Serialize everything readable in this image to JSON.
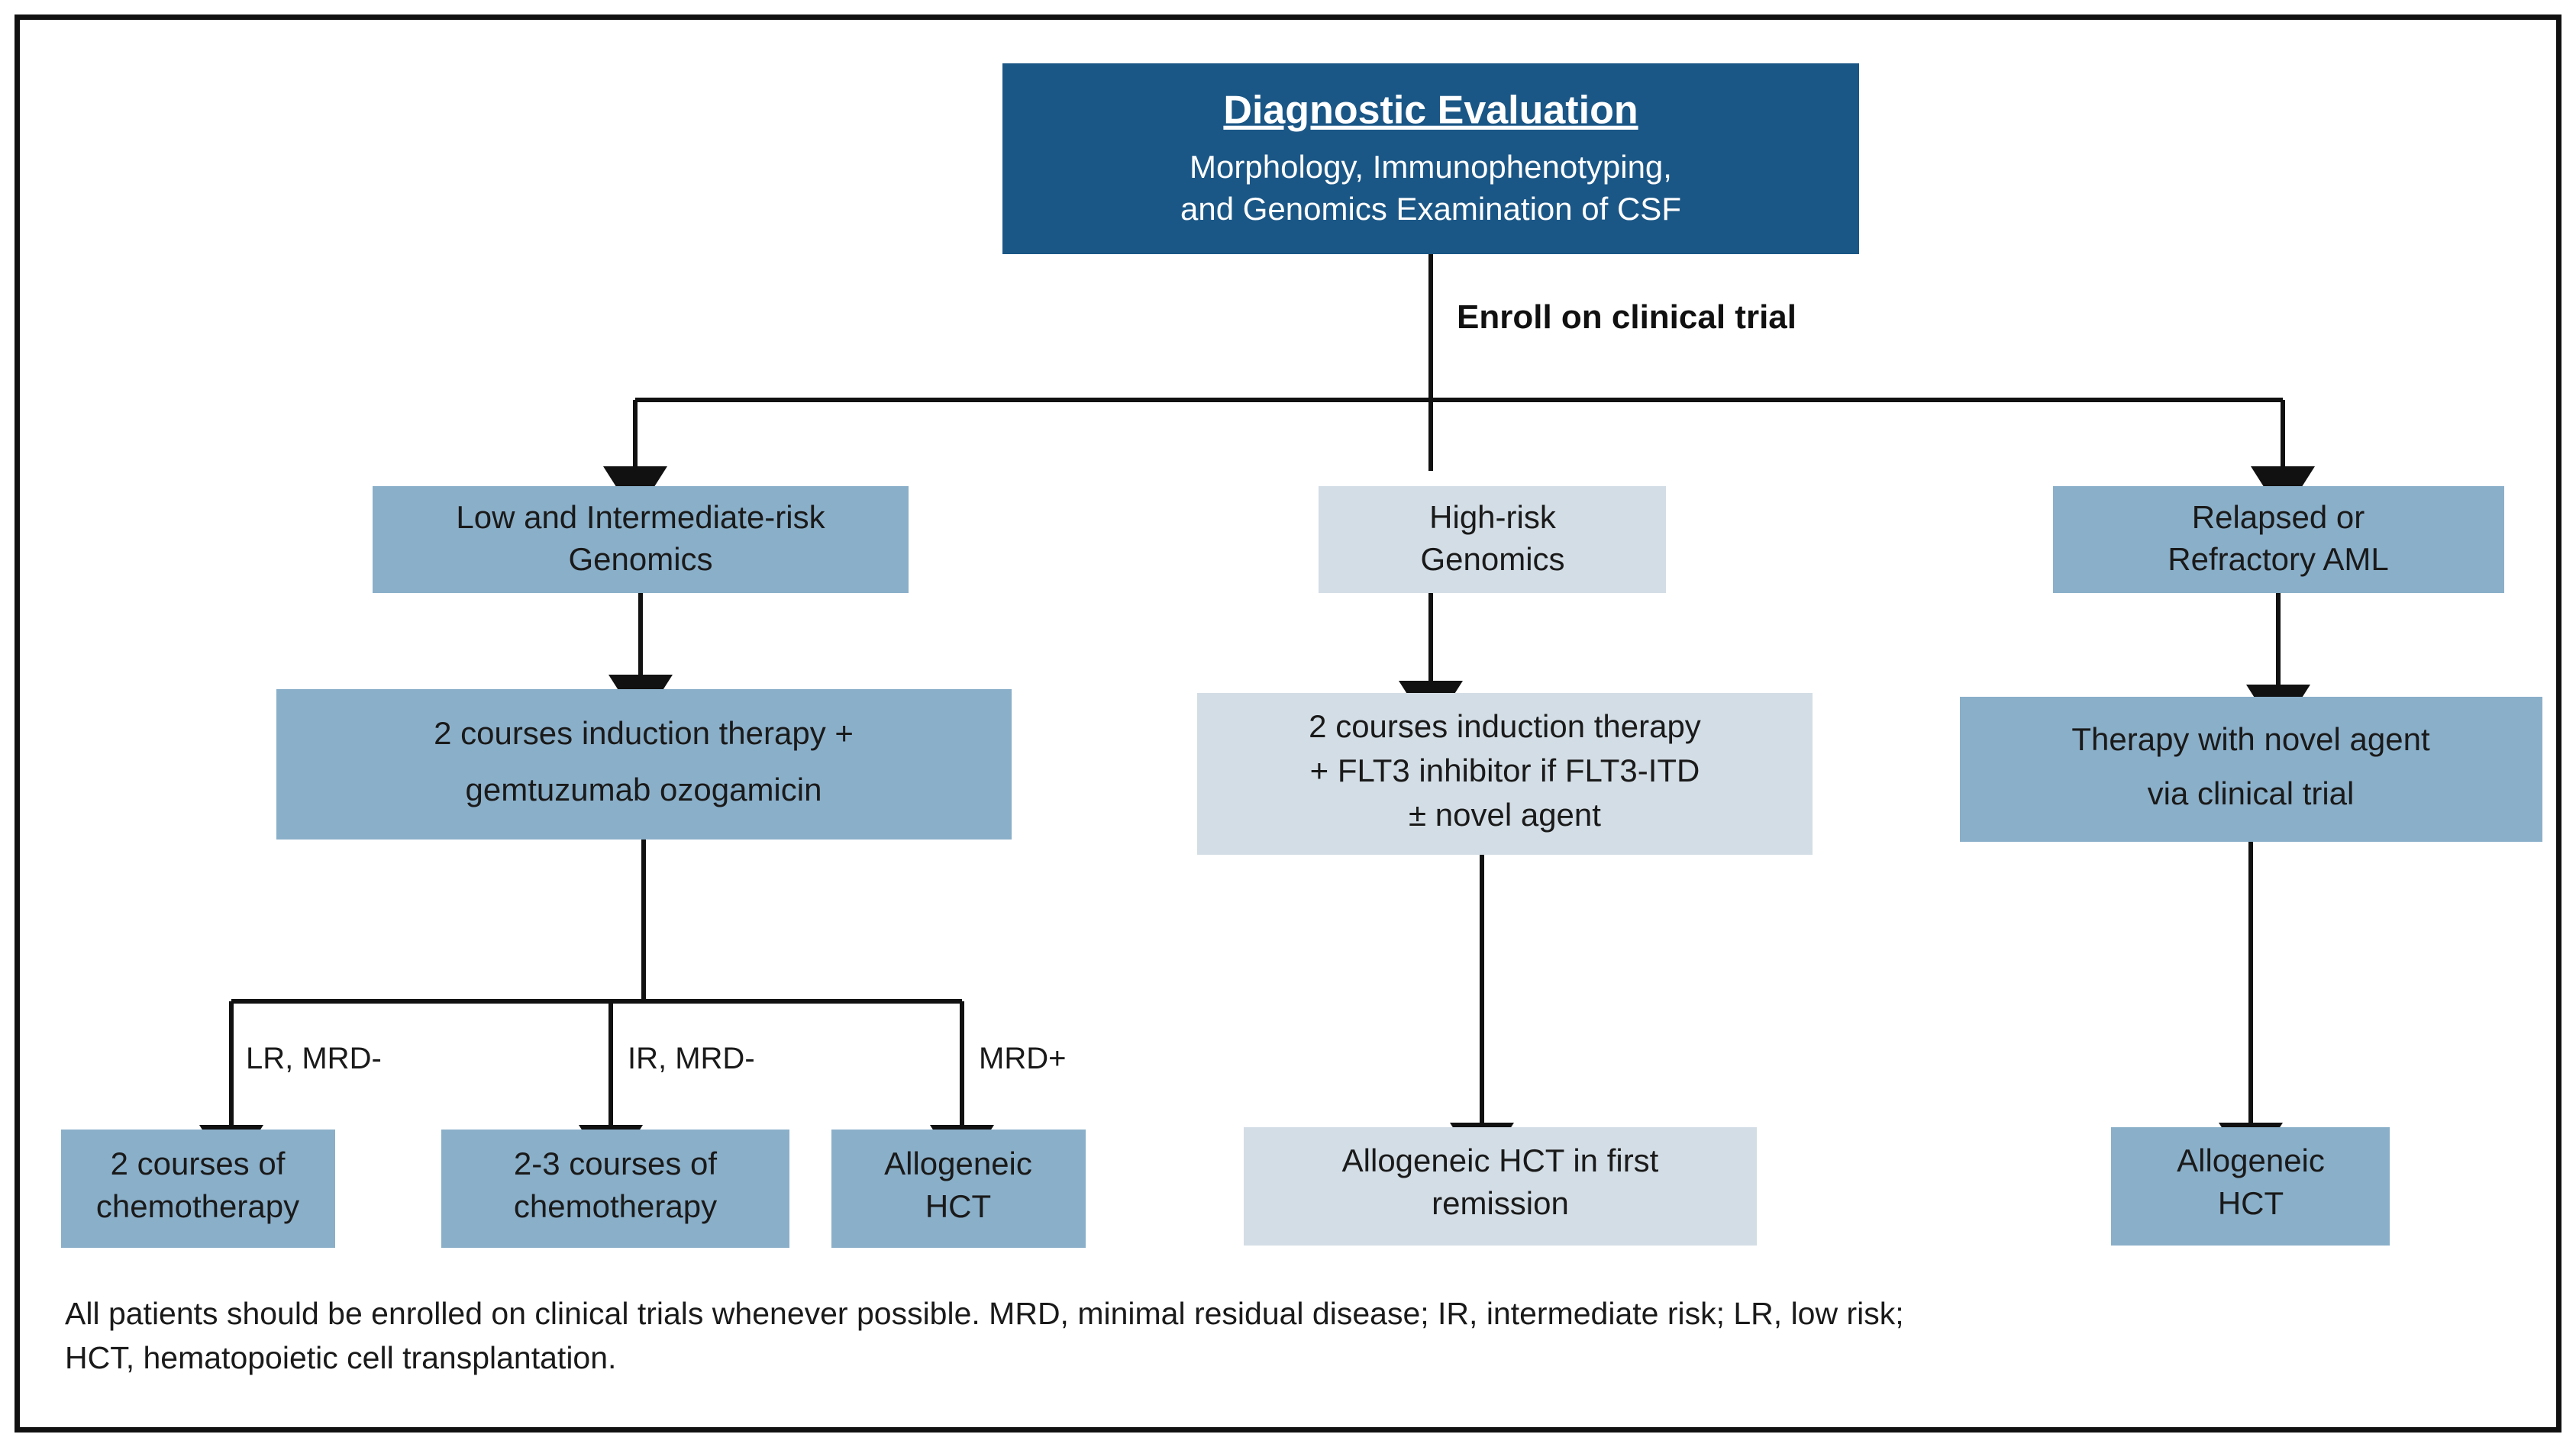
{
  "colors": {
    "header_fill": "#1b5786",
    "medium_blue": "#8aafc9",
    "light_blue": "#d3dde5",
    "line": "#111111",
    "frame": "#111111",
    "text_dark": "#1a1a1a",
    "text_light": "#ffffff"
  },
  "header": {
    "title": "Diagnostic Evaluation",
    "subtitle_line1": "Morphology, Immunophenotyping,",
    "subtitle_line2": "and Genomics Examination of CSF"
  },
  "main_edge_label": "Enroll on clinical trial",
  "columns": [
    {
      "id": "low-intermediate",
      "risk_box": {
        "line1": "Low and Intermediate-risk",
        "line2": "Genomics"
      },
      "therapy_box": {
        "line1": "2 courses induction therapy +",
        "line2": "gemtuzumab ozogamicin"
      },
      "branches": [
        {
          "label": "LR, MRD-",
          "outcome_line1": "2 courses of",
          "outcome_line2": "chemotherapy"
        },
        {
          "label": "IR, MRD-",
          "outcome_line1": "2-3 courses of",
          "outcome_line2": "chemotherapy"
        },
        {
          "label": "MRD+",
          "outcome_line1": "Allogeneic",
          "outcome_line2": "HCT"
        }
      ]
    },
    {
      "id": "high-risk",
      "risk_box": {
        "line1": "High-risk",
        "line2": "Genomics"
      },
      "therapy_box": {
        "line1": "2 courses induction therapy",
        "line2": "+ FLT3 inhibitor if FLT3-ITD",
        "line3": "± novel agent"
      },
      "outcome_box": {
        "line1": "Allogeneic HCT in first",
        "line2": "remission"
      }
    },
    {
      "id": "relapsed-refractory",
      "risk_box": {
        "line1": "Relapsed or",
        "line2": "Refractory AML"
      },
      "therapy_box": {
        "line1": "Therapy with novel agent",
        "line2": "via clinical trial"
      },
      "outcome_box": {
        "line1": "Allogeneic",
        "line2": "HCT"
      }
    }
  ],
  "footnote": {
    "line1": "All patients should be enrolled on clinical trials whenever possible. MRD, minimal residual disease; IR, intermediate risk; LR, low risk;",
    "line2": "HCT, hematopoietic cell transplantation."
  }
}
